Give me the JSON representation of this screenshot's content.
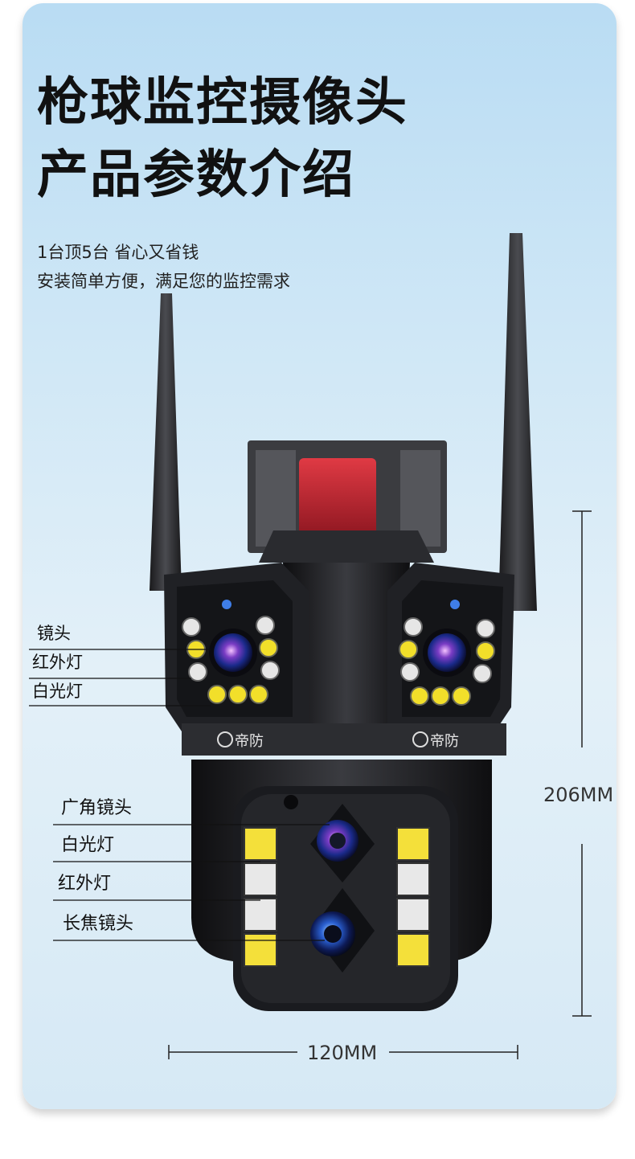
{
  "heading": {
    "line1": "枪球监控摄像头",
    "line2": "产品参数介绍"
  },
  "subtitle": {
    "line1": "1台顶5台 省心又省钱",
    "line2": "安装简单方便，满足您的监控需求"
  },
  "brand": "帝防",
  "upper_labels": [
    "镜头",
    "红外灯",
    "白光灯"
  ],
  "lower_labels": [
    "广角镜头",
    "白光灯",
    "红外灯",
    "长焦镜头"
  ],
  "dimensions": {
    "height": "206MM",
    "width": "120MM"
  },
  "colors": {
    "background_top": "#b9dcf3",
    "camera_body": "#1c1d20",
    "bracket_red": "#c0202a"
  }
}
